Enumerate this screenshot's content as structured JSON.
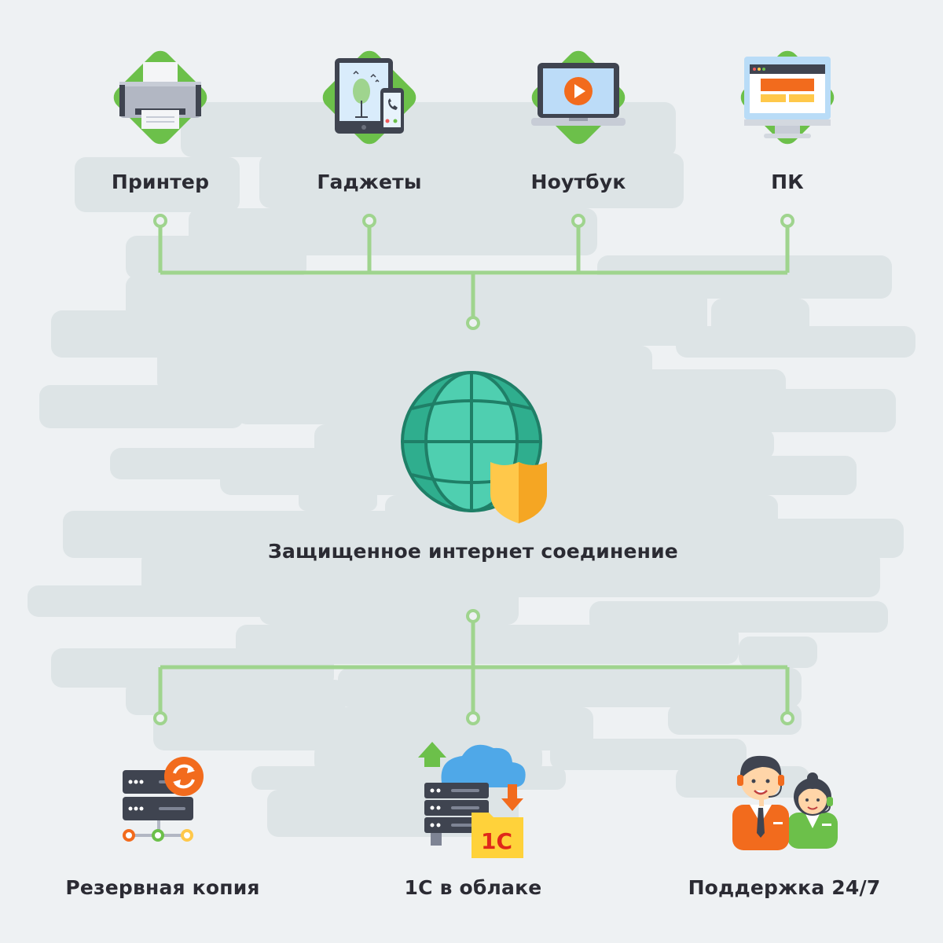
{
  "devices": [
    {
      "label": "Принтер",
      "icon": "printer-icon"
    },
    {
      "label": "Гаджеты",
      "icon": "tablet-phone-icon"
    },
    {
      "label": "Ноутбук",
      "icon": "laptop-video-icon"
    },
    {
      "label": "ПК",
      "icon": "desktop-monitor-icon"
    }
  ],
  "center": {
    "label": "Защищенное интернет соединение",
    "icon": "globe-shield-icon"
  },
  "services": [
    {
      "label": "Резервная копия",
      "icon": "server-sync-icon"
    },
    {
      "label": "1С в облаке",
      "icon": "cloud-server-1c-icon",
      "badge": "1С"
    },
    {
      "label": "Поддержка 24/7",
      "icon": "support-agents-icon"
    }
  ],
  "colors": {
    "background": "#eef1f3",
    "cloud_shapes": "#dde4e6",
    "connector_green": "#9fd48e",
    "diamond_green": "#6cc04a",
    "globe_teal": "#2fae8e",
    "shield_yellow": "#ffc84a",
    "accent_orange": "#f26b1d"
  }
}
